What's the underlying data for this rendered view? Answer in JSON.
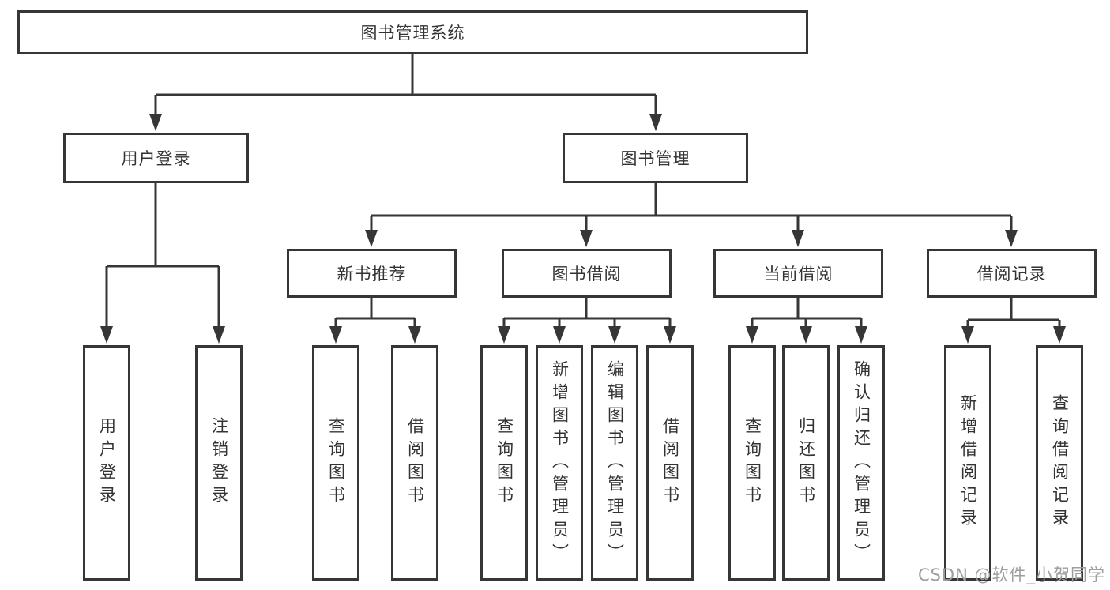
{
  "tree": {
    "label": "图书管理系统",
    "children": [
      {
        "label": "用户登录",
        "children": [
          {
            "label": "用户登录"
          },
          {
            "label": "注销登录"
          }
        ]
      },
      {
        "label": "图书管理",
        "children": [
          {
            "label": "新书推荐",
            "children": [
              {
                "label": "查询图书"
              },
              {
                "label": "借阅图书"
              }
            ]
          },
          {
            "label": "图书借阅",
            "children": [
              {
                "label": "查询图书"
              },
              {
                "label": "新增图书（管理员）"
              },
              {
                "label": "编辑图书（管理员）"
              },
              {
                "label": "借阅图书"
              }
            ]
          },
          {
            "label": "当前借阅",
            "children": [
              {
                "label": "查询图书"
              },
              {
                "label": "归还图书"
              },
              {
                "label": "确认归还（管理员）"
              }
            ]
          },
          {
            "label": "借阅记录",
            "children": [
              {
                "label": "新增借阅记录"
              },
              {
                "label": "查询借阅记录"
              }
            ]
          }
        ]
      }
    ]
  },
  "watermark": "CSDN @软件_小贺同学",
  "colors": {
    "line": "#363636",
    "text": "#333333",
    "watermark": "#9e9e9e",
    "background": "#ffffff"
  }
}
